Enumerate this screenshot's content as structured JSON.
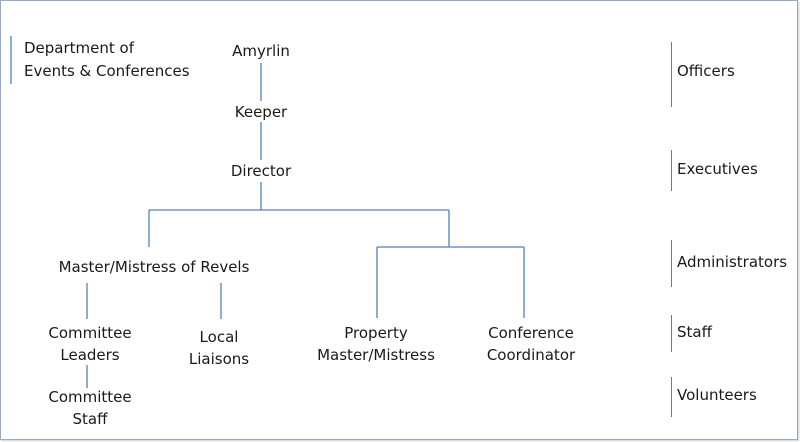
{
  "department": {
    "line1": "Department of",
    "line2": "Events & Conferences"
  },
  "nodes": {
    "amyrlin": "Amyrlin",
    "keeper": "Keeper",
    "director": "Director",
    "revels": "Master/Mistress of Revels",
    "committee_leaders_1": "Committee",
    "committee_leaders_2": "Leaders",
    "local_liaisons_1": "Local",
    "local_liaisons_2": "Liaisons",
    "property_1": "Property",
    "property_2": "Master/Mistress",
    "coordinator_1": "Conference",
    "coordinator_2": "Coordinator",
    "committee_staff_1": "Committee",
    "committee_staff_2": "Staff"
  },
  "levels": {
    "officers": "Officers",
    "executives": "Executives",
    "administrators": "Administrators",
    "staff": "Staff",
    "volunteers": "Volunteers"
  },
  "colors": {
    "connector": "#4f81bd",
    "text": "#1a1a1a"
  }
}
